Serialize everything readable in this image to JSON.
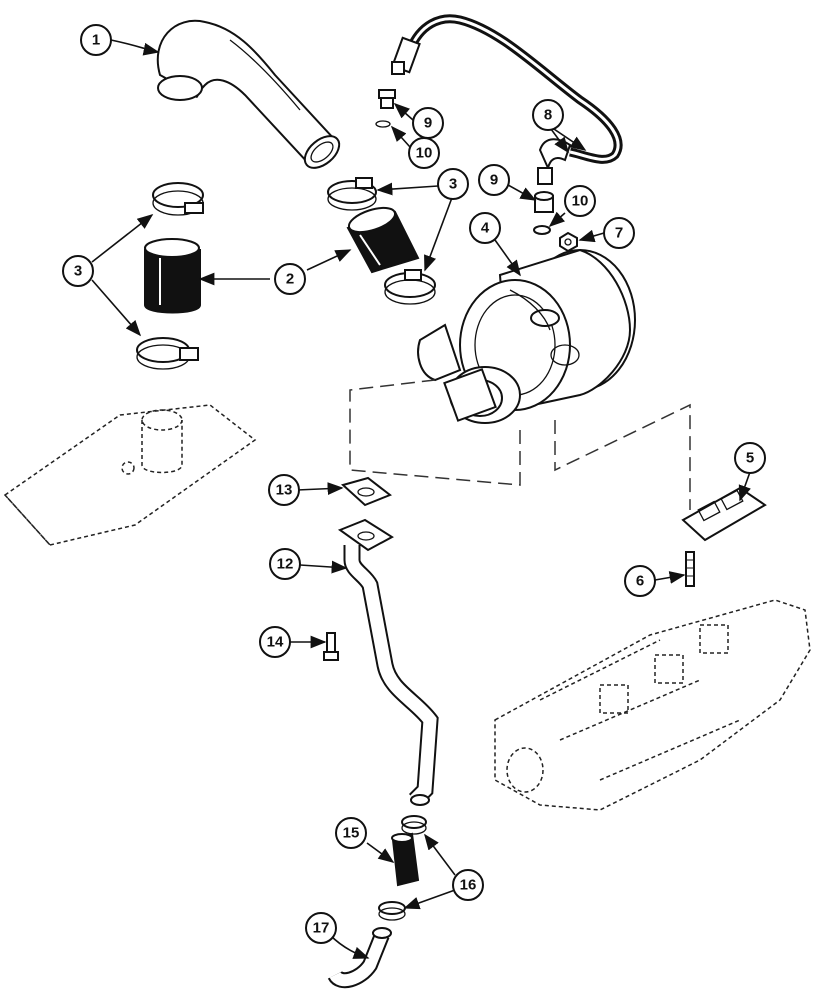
{
  "callouts": {
    "c1": "1",
    "c2": "2",
    "c3a": "3",
    "c3b": "3",
    "c4": "4",
    "c5": "5",
    "c6": "6",
    "c7": "7",
    "c8": "8",
    "c9a": "9",
    "c9b": "9",
    "c10a": "10",
    "c10b": "10",
    "c12": "12",
    "c13": "13",
    "c14": "14",
    "c15": "15",
    "c16": "16",
    "c17": "17"
  },
  "colors": {
    "ink": "#111111",
    "paper": "#ffffff"
  }
}
